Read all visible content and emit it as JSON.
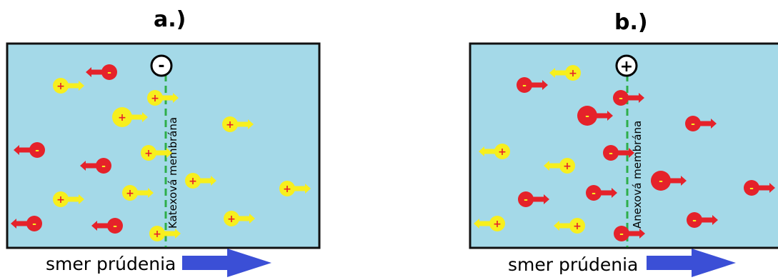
{
  "colors": {
    "water": "#a4d9e8",
    "cation": "#f7ef1e",
    "anion": "#e5222a",
    "membrane": "#2eae4a",
    "arrow": "#3b4fd6"
  },
  "panels": [
    {
      "title": "a.)",
      "membrane_label": "Katexová membrána",
      "membrane_symbol": "-",
      "membrane_passes": "cations",
      "flow_label": "smer prúdenia"
    },
    {
      "title": "b.)",
      "membrane_label": "Anexová membrána",
      "membrane_symbol": "+",
      "membrane_passes": "anions",
      "flow_label": "smer prúdenia"
    }
  ],
  "ion_signs": {
    "cation": "+",
    "anion": "-"
  }
}
